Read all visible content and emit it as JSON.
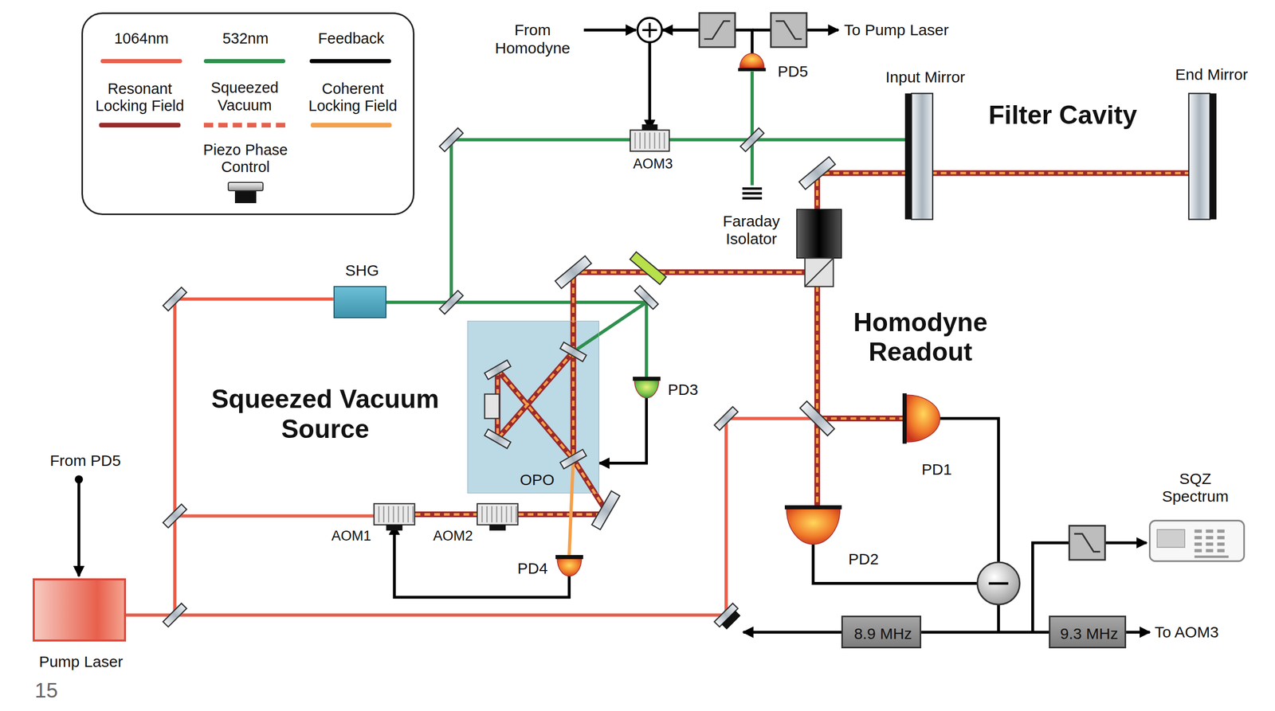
{
  "diagram": {
    "nodes": [
      {
        "text": [
          "AOM3"
        ]
      },
      {
        "text": [
          "PD5"
        ]
      },
      {
        "text": [
          "Faraday Isolator"
        ]
      },
      {
        "text": [
          "SHG"
        ]
      },
      {
        "text": [
          "OPO"
        ]
      },
      {
        "text": [
          "PD3"
        ]
      },
      {
        "text": [
          "PD1"
        ]
      },
      {
        "text": [
          "AOM1"
        ]
      },
      {
        "text": [
          "AOM2"
        ]
      },
      {
        "text": [
          "PD4"
        ]
      },
      {
        "text": [
          "PD2"
        ]
      },
      {
        "text": [
          "8.9 MHz"
        ]
      },
      {
        "text": [
          "9.3 MHz"
        ]
      },
      {
        "text": [
          "SQZ Spectrum"
        ]
      },
      {
        "text": [
          "Pump Laser"
        ]
      }
    ],
    "edges": [
      {
        "from": 1,
        "to": 0,
        "arrow": "to"
      },
      {
        "from": 5,
        "to": 4,
        "arrow": "to"
      },
      {
        "from": 9,
        "to": 7,
        "arrow": "to"
      }
    ],
    "labels": [
      "From Homodyne",
      "To Pump Laser",
      "Input Mirror",
      "End Mirror",
      "Filter Cavity",
      "Homodyne Readout",
      "Squeezed Vacuum Source",
      "From PD5",
      "To AOM3",
      "15"
    ],
    "legend": [
      {
        "text": "1064nm",
        "color": "#e8604c"
      },
      {
        "text": "532nm",
        "color": "#2f8f4e"
      },
      {
        "text": "Feedback",
        "color": "#000000"
      },
      {
        "text": "Resonant Locking Field",
        "color": "#9b2a2a"
      },
      {
        "text": "Squeezed Vacuum"
      },
      {
        "text": "Coherent Locking Field",
        "color": "#f5a04a"
      },
      {
        "text": "Piezo Phase Control"
      }
    ]
  }
}
